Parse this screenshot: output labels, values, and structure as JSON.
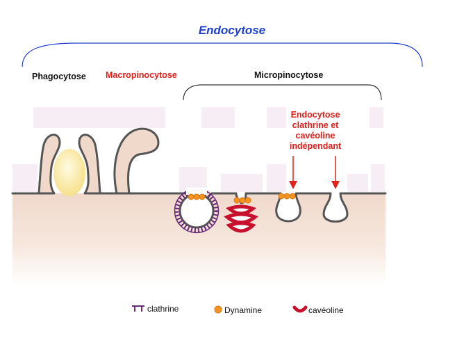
{
  "diagram": {
    "title": "Endocytose",
    "categories": {
      "phagocytose": "Phagocytose",
      "macropinocytose": "Macropinocytose",
      "micropinocytose": "Micropinocytose"
    },
    "independent_label": "Endocytose clathrine et cavéoline indépendant",
    "legend": {
      "clathrine": "clathrine",
      "dynamine": "Dynamine",
      "caveoline": "cavéoline"
    },
    "colors": {
      "title": "#1f3fd1",
      "highlight": "#e0201b",
      "membrane": "#555555",
      "cytoplasm": "#f2ddd0",
      "particle": "#fbeaa0",
      "clathrin": "#6a2a7a",
      "dynamin": "#f39422",
      "caveolin": "#c8102e"
    }
  }
}
